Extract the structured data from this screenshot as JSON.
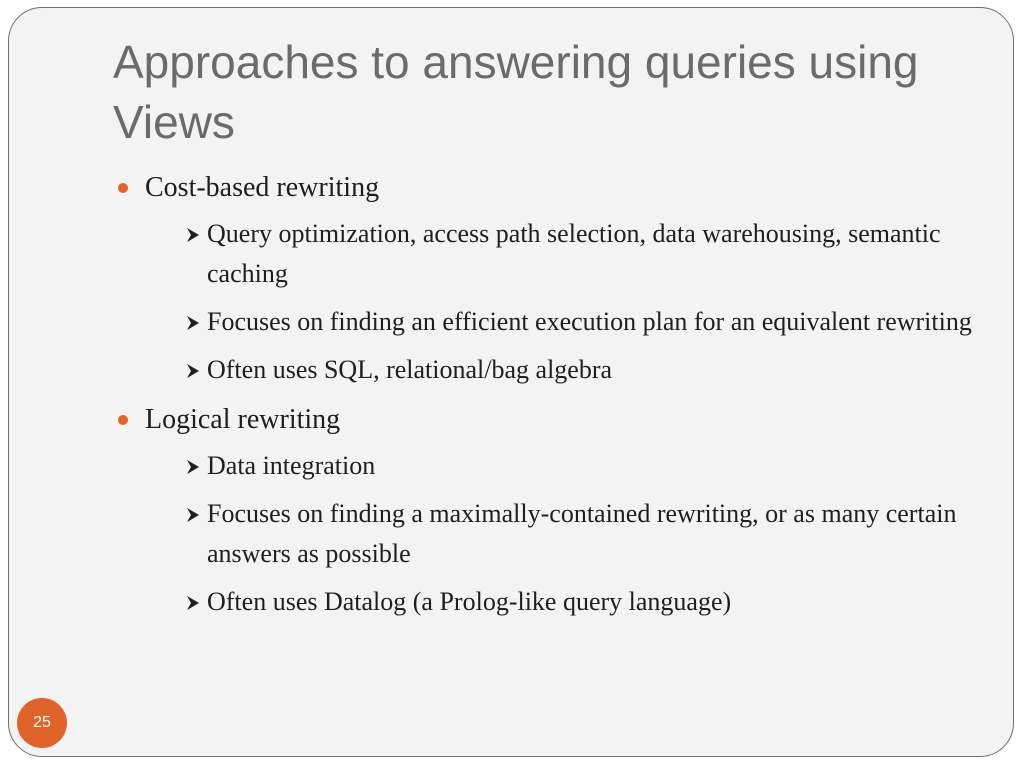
{
  "slide": {
    "title": "Approaches to answering queries using Views",
    "page_number": "25",
    "accent_color": "#e0632a",
    "bullets": [
      {
        "text": "Cost-based rewriting",
        "icon": "bullet-dot-icon",
        "sub": [
          {
            "text": "Query optimization, access path selection, data warehousing, semantic caching",
            "icon": "arrow-bullet-icon"
          },
          {
            "text": "Focuses on finding an efficient execution plan for an equivalent rewriting",
            "icon": "arrow-bullet-icon"
          },
          {
            "text": "Often uses SQL, relational/bag algebra",
            "icon": "arrow-bullet-icon"
          }
        ]
      },
      {
        "text": "Logical rewriting",
        "icon": "bullet-dot-icon",
        "sub": [
          {
            "text": "Data integration",
            "icon": "arrow-bullet-icon"
          },
          {
            "text": "Focuses on finding a maximally-contained rewriting, or as many certain answers as possible",
            "icon": "arrow-bullet-icon"
          },
          {
            "text": "Often uses Datalog (a Prolog-like query language)",
            "icon": "arrow-bullet-icon"
          }
        ]
      }
    ]
  }
}
